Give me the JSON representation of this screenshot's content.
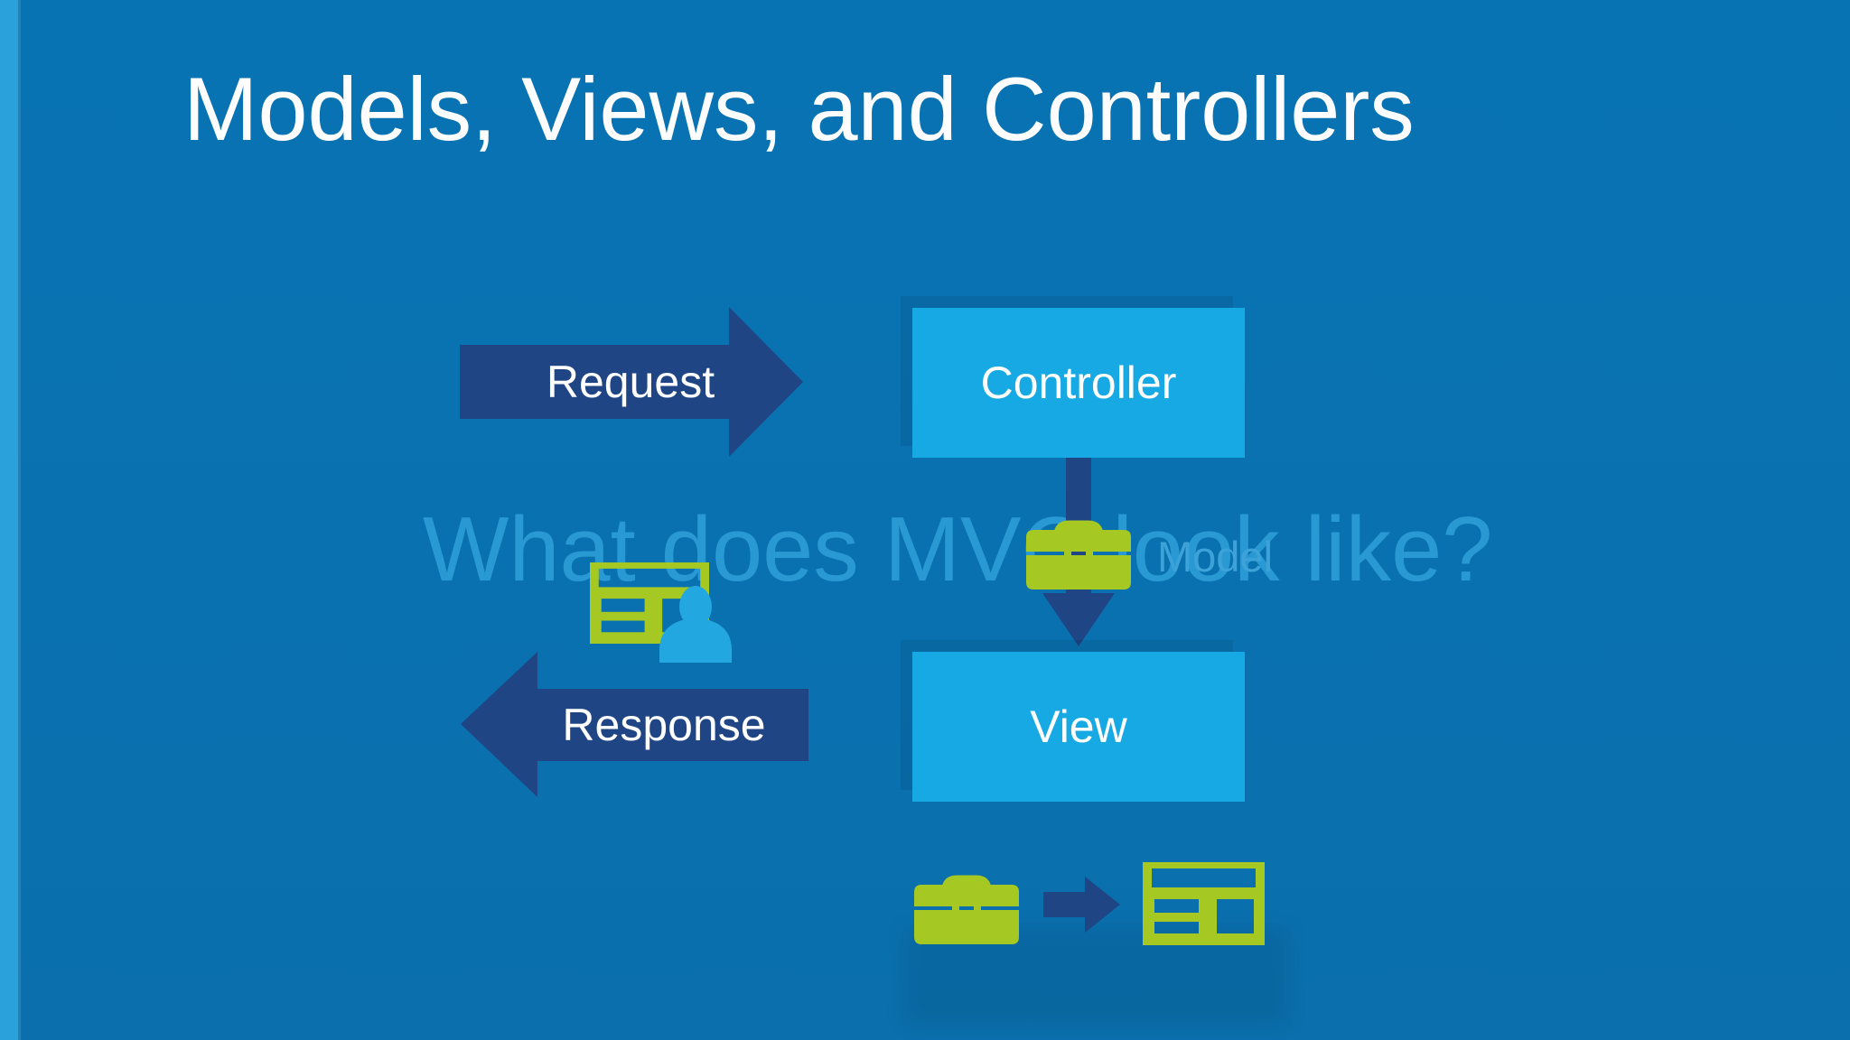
{
  "slide": {
    "title": "Models, Views, and Controllers",
    "watermark": "What does MVC look like?"
  },
  "diagram": {
    "request": {
      "label": "Request",
      "direction": "right"
    },
    "controller": {
      "label": "Controller"
    },
    "model": {
      "label": "Model",
      "icon": "briefcase-icon"
    },
    "view": {
      "label": "View",
      "icon": "form-with-user-icon"
    },
    "response": {
      "label": "Response",
      "direction": "left"
    },
    "flow_row": {
      "items": [
        "briefcase-icon",
        "arrow-right-icon",
        "form-icon"
      ],
      "meaning": "model transformed into rendered view"
    }
  },
  "colors": {
    "background": "#0A71B0",
    "accent_stripe": "#2BA1DB",
    "box_blue": "#17A9E4",
    "arrow_navy": "#1F4585",
    "icon_green": "#A5C822",
    "person_blue": "#23A7E0",
    "watermark_blue": "#2B9CD5",
    "model_label_blue": "#3DA2D8",
    "title_white": "#FDFDFE"
  }
}
